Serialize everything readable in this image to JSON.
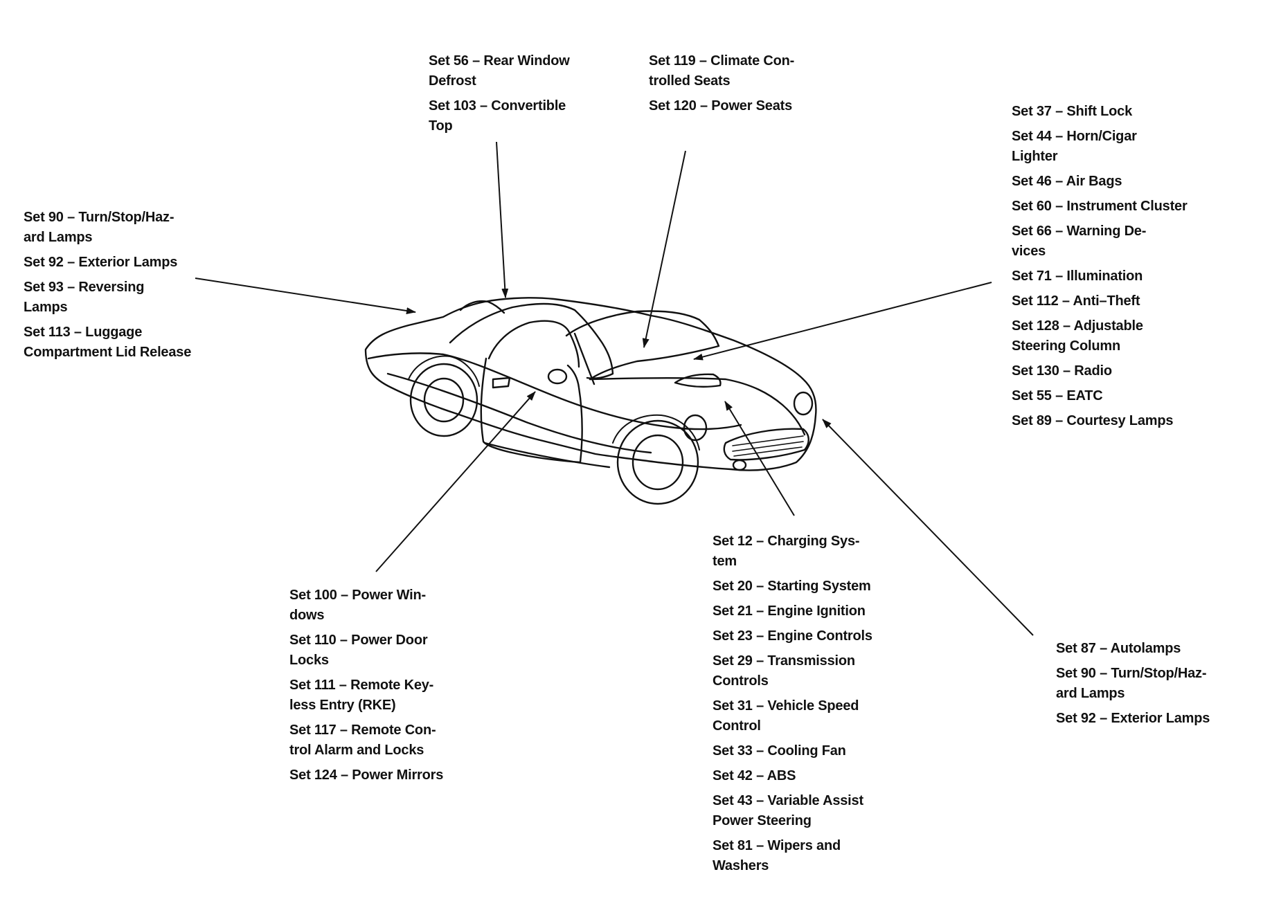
{
  "groups": {
    "rear_window": [
      "Set 56 – Rear Window\nDefrost",
      "Set 103 – Convertible\nTop"
    ],
    "seats": [
      "Set 119 – Climate Con-\ntrolled Seats",
      "Set 120 – Power Seats"
    ],
    "dash": [
      "Set 37 – Shift Lock",
      "Set 44 – Horn/Cigar\nLighter",
      "Set 46 – Air Bags",
      "Set 60 – Instrument Cluster",
      "Set 66 – Warning De-\nvices",
      "Set 71 – Illumination",
      "Set 112 – Anti–Theft",
      "Set 128 – Adjustable\nSteering Column",
      "Set 130 – Radio",
      "Set 55 – EATC",
      "Set 89 – Courtesy Lamps"
    ],
    "rear_lamps": [
      "Set 90 – Turn/Stop/Haz-\nard Lamps",
      "Set 92 – Exterior Lamps",
      "Set 93 – Reversing\nLamps",
      "Set 113 – Luggage\nCompartment Lid Release"
    ],
    "doors": [
      "Set 100 – Power Win-\ndows",
      "Set 110 – Power Door\nLocks",
      "Set 111 – Remote Key-\nless Entry (RKE)",
      "Set 117 – Remote Con-\ntrol Alarm and Locks",
      "Set 124 – Power Mirrors"
    ],
    "engine": [
      "Set 12 – Charging Sys-\ntem",
      "Set 20 – Starting System",
      "Set 21 – Engine Ignition",
      "Set 23 – Engine Controls",
      "Set 29 – Transmission\nControls",
      "Set 31 – Vehicle Speed\nControl",
      "Set 33 – Cooling Fan",
      "Set 42 – ABS",
      "Set 43 – Variable Assist\nPower Steering",
      "Set 81 – Wipers and\nWashers"
    ],
    "front_lamps": [
      "Set 87 – Autolamps",
      "Set 90 – Turn/Stop/Haz-\nard Lamps",
      "Set 92 – Exterior Lamps"
    ]
  },
  "colors": {
    "ink": "#111111",
    "paper": "#ffffff"
  }
}
